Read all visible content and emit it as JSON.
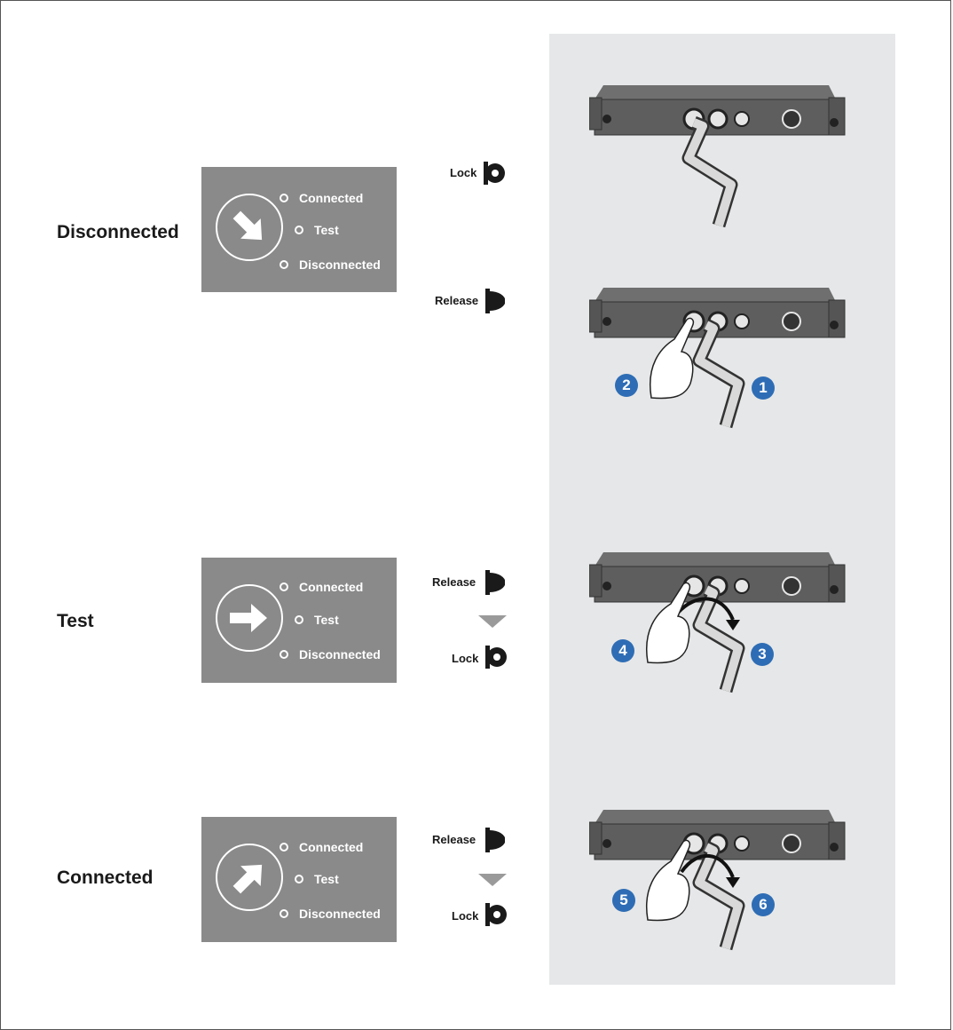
{
  "rows": [
    {
      "state": "Disconnected",
      "options": [
        "Connected",
        "Test",
        "Disconnected"
      ],
      "arrow": "arrow-down-right-icon",
      "actions": [
        "Lock",
        "Release"
      ],
      "steps": [
        "2",
        "1"
      ]
    },
    {
      "state": "Test",
      "options": [
        "Connected",
        "Test",
        "Disconnected"
      ],
      "arrow": "arrow-right-icon",
      "actions": [
        "Release",
        "Lock"
      ],
      "steps": [
        "4",
        "3"
      ]
    },
    {
      "state": "Connected",
      "options": [
        "Connected",
        "Test",
        "Disconnected"
      ],
      "arrow": "arrow-up-right-icon",
      "actions": [
        "Release",
        "Lock"
      ],
      "steps": [
        "5",
        "6"
      ]
    }
  ],
  "colors": {
    "panel": "#8a8a8a",
    "right_panel": "#e6e7e8",
    "badge": "#2e6db5",
    "lock_icon": "#1a1a1a",
    "arrow_down": "#9a9a9a"
  }
}
